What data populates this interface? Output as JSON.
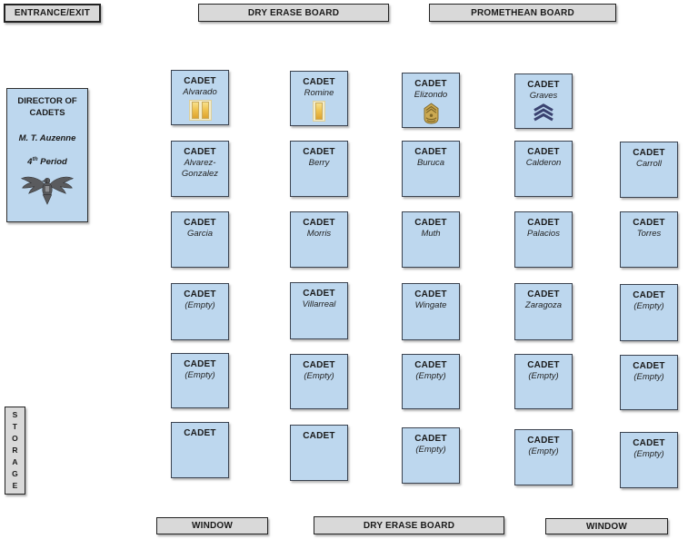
{
  "room": {
    "entrance_label": "ENTRANCE/EXIT",
    "top_board_label": "DRY ERASE BOARD",
    "promethean_label": "PROMETHEAN BOARD",
    "storage_label": "STORAGE",
    "window_left_label": "WINDOW",
    "bottom_board_label": "DRY ERASE BOARD",
    "window_right_label": "WINDOW"
  },
  "director": {
    "title_line1": "DIRECTOR OF",
    "title_line2": "CADETS",
    "name": "M. T. Auzenne",
    "period_num": "4",
    "period_sup": "th",
    "period_word": "Period",
    "insignia": "colonel-eagle"
  },
  "colors": {
    "desk_fill": "#BDD7EE",
    "plate_fill": "#D9D9D9",
    "insignia_gold": "#EFC452",
    "insignia_navy": "#3A4270"
  },
  "seating": {
    "desk_label": "CADET",
    "rows": [
      {
        "seats": [
          {
            "name": "Alvarado",
            "insignia": "captain-bars"
          },
          {
            "name": "Romine",
            "insignia": "lieutenant-bar"
          },
          {
            "name": "Elizondo",
            "insignia": "sergeant-major-badge"
          },
          {
            "name": "Graves",
            "insignia": "sergeant-chevrons"
          },
          null
        ]
      },
      {
        "seats": [
          {
            "name": "Alvarez-Gonzalez"
          },
          {
            "name": "Berry"
          },
          {
            "name": "Buruca"
          },
          {
            "name": "Calderon"
          },
          {
            "name": "Carroll"
          }
        ]
      },
      {
        "seats": [
          {
            "name": "Garcia"
          },
          {
            "name": "Morris"
          },
          {
            "name": "Muth"
          },
          {
            "name": "Palacios"
          },
          {
            "name": "Torres"
          }
        ]
      },
      {
        "seats": [
          {
            "name": "(Empty)"
          },
          {
            "name": "Villarreal"
          },
          {
            "name": "Wingate"
          },
          {
            "name": "Zaragoza"
          },
          {
            "name": "(Empty)"
          }
        ]
      },
      {
        "seats": [
          {
            "name": "(Empty)"
          },
          {
            "name": "(Empty)"
          },
          {
            "name": "(Empty)"
          },
          {
            "name": "(Empty)"
          },
          {
            "name": "(Empty)"
          }
        ]
      },
      {
        "seats": [
          {
            "name": ""
          },
          {
            "name": ""
          },
          {
            "name": "(Empty)"
          },
          {
            "name": "(Empty)"
          },
          {
            "name": "(Empty)"
          }
        ]
      }
    ]
  }
}
